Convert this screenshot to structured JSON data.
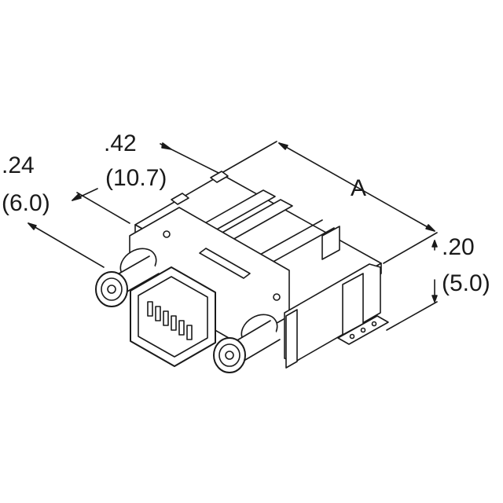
{
  "dimensions": {
    "a": "A",
    "width_in": ".42",
    "width_mm": "(10.7)",
    "depth_in": ".24",
    "depth_mm": "(6.0)",
    "flange_in": ".20",
    "flange_mm": "(5.0)"
  },
  "colors": {
    "line": "#1a1a1a",
    "background": "#ffffff"
  }
}
